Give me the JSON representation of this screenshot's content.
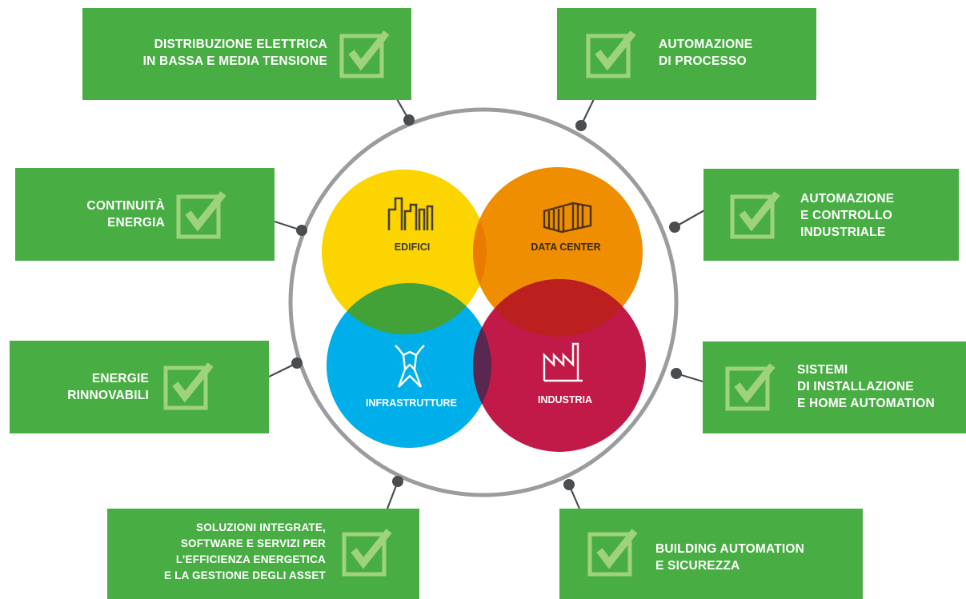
{
  "colors": {
    "box_green": "#48ae44",
    "check_light_green": "#9fd27c",
    "ring_gray": "#9a9c9e",
    "dot_dark": "#4a4d50",
    "circle_yellow": "#fcd400",
    "circle_orange": "#ef8e00",
    "circle_blue": "#00aeea",
    "circle_crimson": "#c21a48",
    "overlap_green": "#42a137",
    "overlap_red": "#bc1f1f",
    "overlap_dark_orange": "#eb7a00",
    "overlap_purple": "#5a2750"
  },
  "venn": {
    "edifici": {
      "label": "EDIFICI",
      "icon": "buildings-icon"
    },
    "data_center": {
      "label": "DATA CENTER",
      "icon": "server-rack-icon"
    },
    "infrastrutture": {
      "label": "INFRASTRUTTURE",
      "icon": "power-pylon-icon"
    },
    "industria": {
      "label": "INDUSTRIA",
      "icon": "factory-icon"
    }
  },
  "boxes": {
    "distribuzione": {
      "lines": [
        "DISTRIBUZIONE ELETTRICA",
        "IN BASSA E MEDIA TENSIONE"
      ],
      "icon": "checkbox-checked-icon"
    },
    "automazione_processo": {
      "lines": [
        "AUTOMAZIONE",
        "DI PROCESSO"
      ],
      "icon": "checkbox-checked-icon"
    },
    "continuita": {
      "lines": [
        "CONTINUITÀ",
        "ENERGIA"
      ],
      "icon": "checkbox-checked-icon"
    },
    "automazione_controllo": {
      "lines": [
        "AUTOMAZIONE",
        "E CONTROLLO",
        "INDUSTRIALE"
      ],
      "icon": "checkbox-checked-icon"
    },
    "energie": {
      "lines": [
        "ENERGIE",
        "RINNOVABILI"
      ],
      "icon": "checkbox-checked-icon"
    },
    "sistemi": {
      "lines": [
        "SISTEMI",
        "DI INSTALLAZIONE",
        "E HOME AUTOMATION"
      ],
      "icon": "checkbox-checked-icon"
    },
    "soluzioni": {
      "lines": [
        "SOLUZIONI INTEGRATE,",
        "SOFTWARE E SERVIZI PER",
        "L’EFFICIENZA ENERGETICA",
        "E LA GESTIONE DEGLI ASSET"
      ],
      "icon": "checkbox-checked-icon"
    },
    "building": {
      "lines": [
        "BUILDING AUTOMATION",
        "E SICUREZZA"
      ],
      "icon": "checkbox-checked-icon"
    }
  }
}
